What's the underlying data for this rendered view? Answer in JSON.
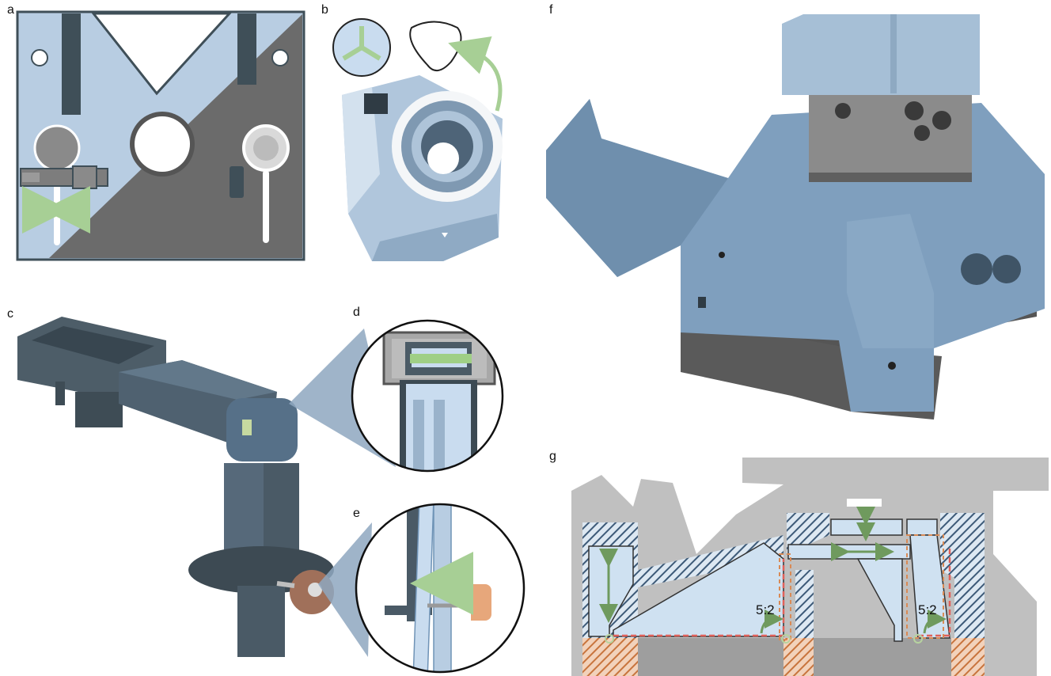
{
  "panels": {
    "a": "a",
    "b": "b",
    "c": "c",
    "d": "d",
    "e": "e",
    "f": "f",
    "g": "g"
  },
  "annotations": {
    "ratio_left": "5:2",
    "ratio_right": "5:2"
  },
  "colors": {
    "light_blue": "#c9dcef",
    "mid_blue": "#8fb0cf",
    "steel_blue": "#6f93b6",
    "dark_slate": "#3f4f58",
    "grey": "#6a6a6a",
    "light_grey": "#b9b9b9",
    "green_arrow": "#9cc48a",
    "green_dark": "#6f9a5e",
    "orange_hatch": "#d98a55",
    "red_dash": "#e0615a",
    "knob_brown": "#a0705a"
  },
  "icons": [
    "green-arrow-icon",
    "tri-arrow-icon",
    "curved-arrow-icon"
  ]
}
